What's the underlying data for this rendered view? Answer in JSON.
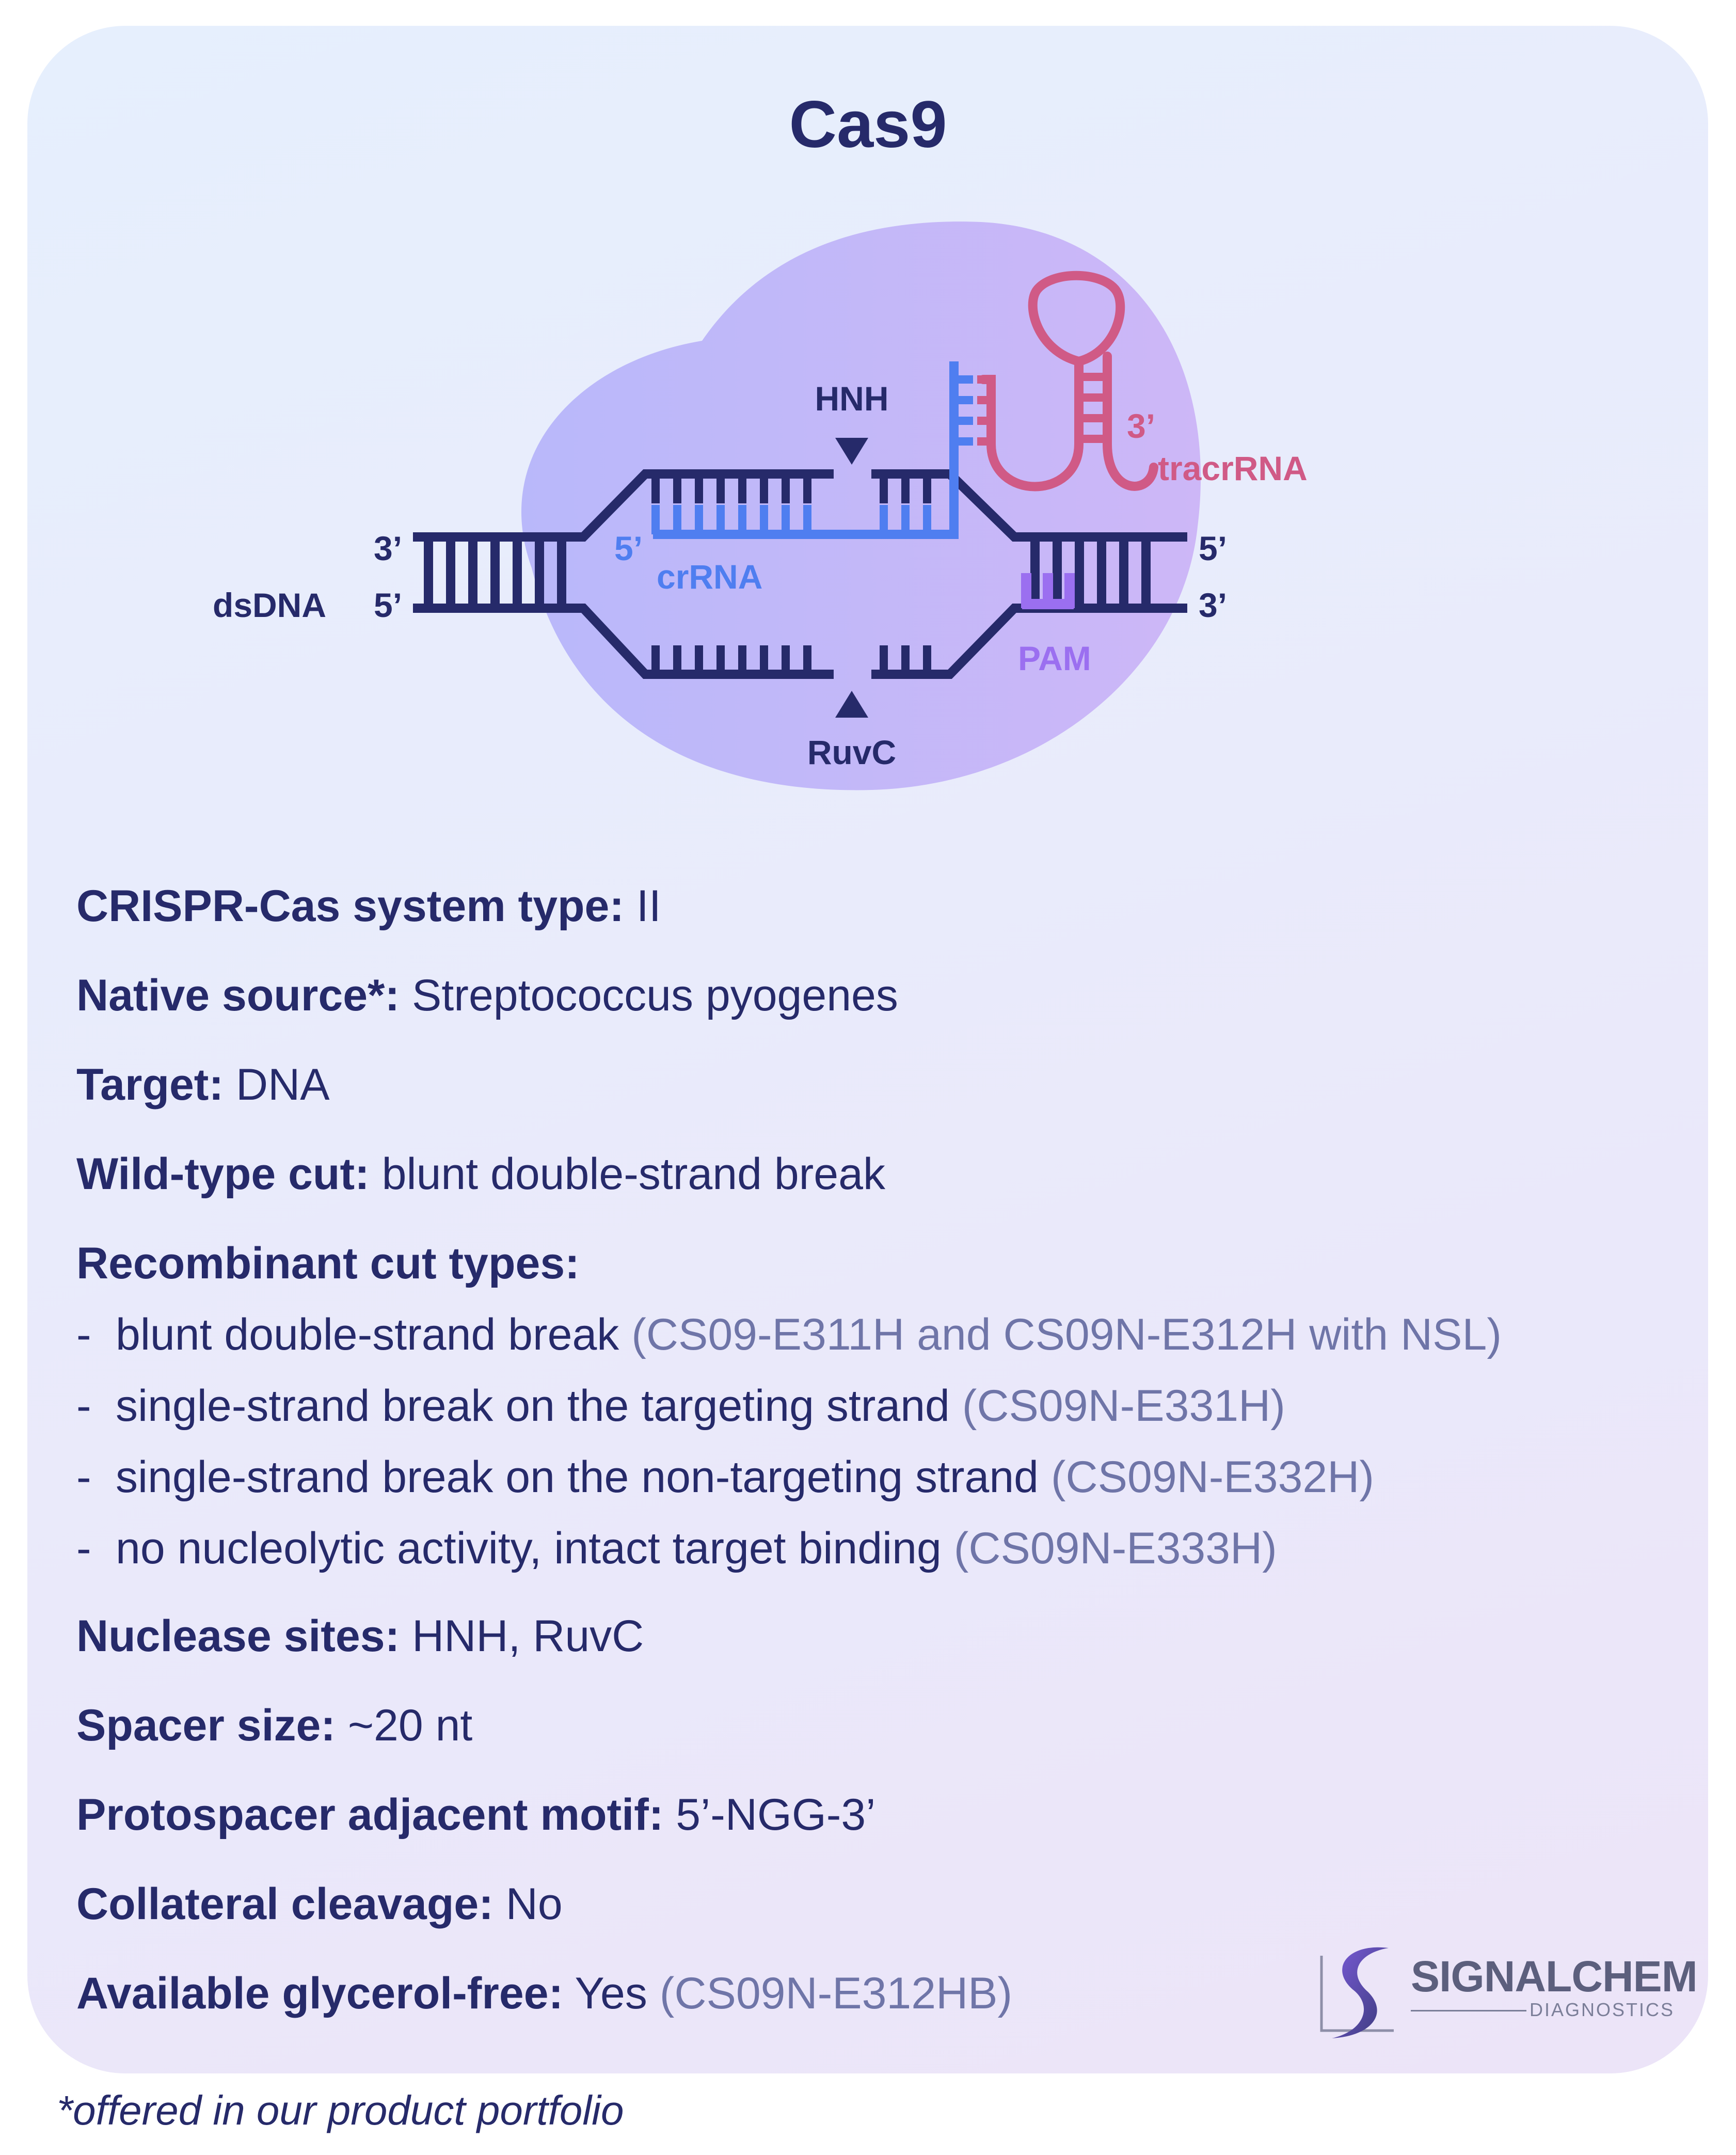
{
  "title": "Cas9",
  "diagram": {
    "dsdna_label": "dsDNA",
    "left_top_end": "3’",
    "left_bottom_end": "5’",
    "right_top_end": "5’",
    "right_bottom_end": "3’",
    "crrna_end": "5’",
    "crrna_label": "crRNA",
    "tracrrna_end": "3’",
    "tracrrna_label": "tracrRNA",
    "hnh_label": "HNH",
    "ruvc_label": "RuvC",
    "pam_label": "PAM",
    "colors": {
      "dna": "#262a6a",
      "crrna": "#4f7ef0",
      "tracrrna": "#d05a86",
      "pam": "#9b6ff0",
      "blob": "#bfb6f9"
    }
  },
  "specs": {
    "system_type": {
      "label": "CRISPR-Cas system type:",
      "value": " II"
    },
    "native_source": {
      "label": "Native source*:",
      "value": " Streptococcus pyogenes"
    },
    "target": {
      "label": "Target:",
      "value": " DNA"
    },
    "wild_type_cut": {
      "label": "Wild-type cut:",
      "value": " blunt double-strand break"
    },
    "recombinant": {
      "label": "Recombinant cut types:",
      "items": [
        {
          "dash": "-",
          "text": "blunt double-strand break ",
          "code": "(CS09-E311H and CS09N-E312H with NSL)"
        },
        {
          "dash": "-",
          "text": "single-strand break on the targeting strand ",
          "code": "(CS09N-E331H)"
        },
        {
          "dash": "-",
          "text": "single-strand break on the non-targeting strand ",
          "code": "(CS09N-E332H)"
        },
        {
          "dash": "-",
          "text": "no nucleolytic activity, intact target binding ",
          "code": "(CS09N-E333H)"
        }
      ]
    },
    "nuclease_sites": {
      "label": "Nuclease sites:",
      "value": " HNH, RuvC"
    },
    "spacer_size": {
      "label": "Spacer size:",
      "value": " ~20 nt"
    },
    "pam": {
      "label": "Protospacer adjacent motif:",
      "value": " 5’-NGG-3’"
    },
    "collateral": {
      "label": "Collateral cleavage:",
      "value": " No"
    },
    "glycerol_free": {
      "label": "Available glycerol-free:",
      "value": " Yes ",
      "code": "(CS09N-E312HB)"
    }
  },
  "logo": {
    "name": "SIGNALCHEM",
    "sub": "DIAGNOSTICS",
    "icon": "signalchem-s-logo-icon"
  },
  "footnote": "*offered in our product portfolio"
}
